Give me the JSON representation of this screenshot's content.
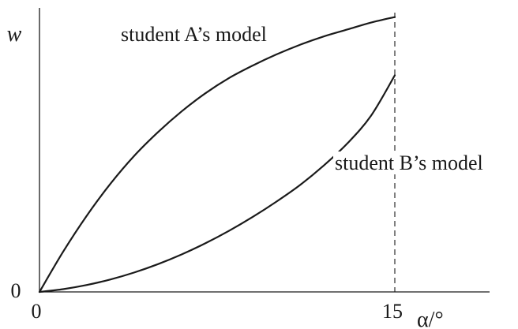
{
  "chart_data": {
    "type": "line",
    "title": "",
    "xlabel": "α/°",
    "ylabel": "w",
    "xlim": [
      0,
      19
    ],
    "ylim": [
      0,
      10
    ],
    "grid": false,
    "legend": "none",
    "x_ticks": [
      {
        "value": 0,
        "label": "0"
      },
      {
        "value": 15,
        "label": "15"
      }
    ],
    "y_ticks": [
      {
        "value": 0,
        "label": "0"
      }
    ],
    "reference_line": {
      "x": 15,
      "style": "dashed"
    },
    "series": [
      {
        "label": "student A’s model",
        "x": [
          0,
          1,
          2,
          3,
          4,
          5,
          6,
          7,
          8,
          9,
          10,
          11,
          12,
          13,
          14,
          15
        ],
        "y": [
          0,
          1.45,
          2.75,
          3.9,
          4.9,
          5.75,
          6.5,
          7.15,
          7.7,
          8.15,
          8.55,
          8.9,
          9.2,
          9.45,
          9.7,
          9.9
        ]
      },
      {
        "label": "student B’s model",
        "x": [
          0,
          1,
          2,
          3,
          4,
          5,
          6,
          7,
          8,
          9,
          10,
          11,
          12,
          13,
          14,
          15
        ],
        "y": [
          0,
          0.1,
          0.25,
          0.45,
          0.7,
          1.0,
          1.35,
          1.75,
          2.2,
          2.7,
          3.25,
          3.85,
          4.55,
          5.35,
          6.35,
          7.8
        ]
      }
    ]
  },
  "colors": {
    "ink": "#1a1a1a",
    "background": "#ffffff"
  }
}
